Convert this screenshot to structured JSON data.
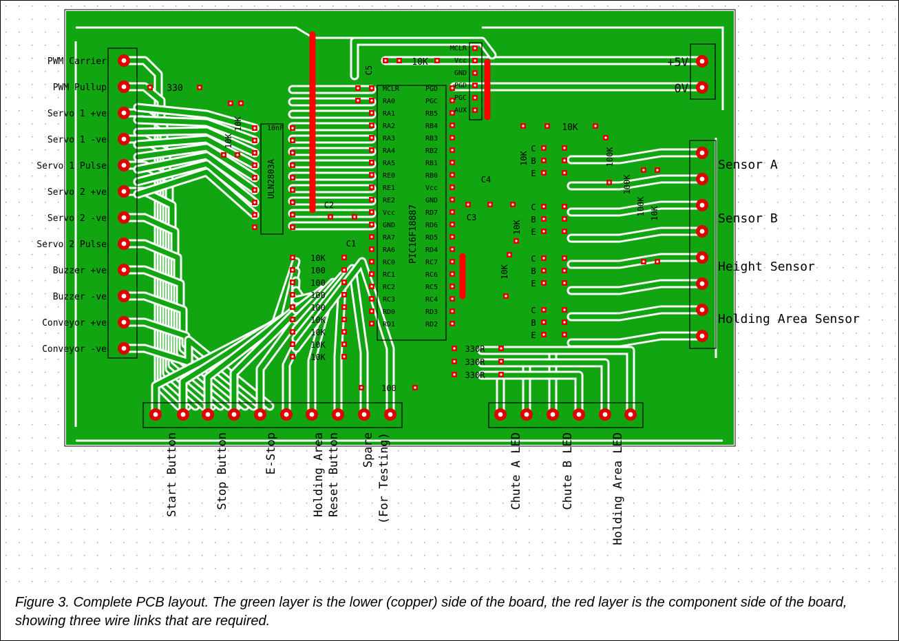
{
  "colors": {
    "board": "#11a511",
    "copper_text": "#ffffff",
    "wire_link": "#ff0000",
    "pad": "#e00000"
  },
  "left_header_labels": [
    "PWM Carrier",
    "PWM Pullup",
    "Servo 1 +ve",
    "Servo 1 -ve",
    "Servo 1 Pulse",
    "Servo 2 +ve",
    "Servo 2 -ve",
    "Servo 2 Pulse",
    "Buzzer +ve",
    "Buzzer -ve",
    "Conveyor +ve",
    "Conveyor -ve"
  ],
  "right_header_labels": [
    "Sensor A",
    "Sensor B",
    "Height Sensor",
    "Holding Area Sensor"
  ],
  "power_labels": [
    "+5V",
    "0V"
  ],
  "bottom_left_labels": [
    "Start Button",
    "Stop Button",
    "E-Stop",
    "Holding Area",
    "Reset Button",
    "Spare",
    "(For Testing)"
  ],
  "bottom_right_labels": [
    "Chute A LED",
    "Chute B LED",
    "Holding Area LED"
  ],
  "ic_labels": {
    "pic": "PIC16F18887",
    "driver": "ULN2803A"
  },
  "pic_pins_left": [
    "MCLR",
    "RA0",
    "RA1",
    "RA2",
    "RA3",
    "RA4",
    "RA5",
    "RE0",
    "RE1",
    "RE2",
    "Vcc",
    "GND",
    "RA7",
    "RA6",
    "RC0",
    "RC1",
    "RC2",
    "RC3",
    "RD0",
    "RD1"
  ],
  "pic_pins_right": [
    "PGD",
    "PGC",
    "RB5",
    "RB4",
    "RB3",
    "RB2",
    "RB1",
    "RB0",
    "Vcc",
    "GND",
    "RD7",
    "RD6",
    "RD5",
    "RD4",
    "RC7",
    "RC6",
    "RC5",
    "RC4",
    "RD3",
    "RD2"
  ],
  "prog_header_pins": [
    "MCLR",
    "Vcc",
    "GND",
    "PGD",
    "PGC",
    "AUX"
  ],
  "resistor_labels": {
    "r_top": "10K",
    "r_pullup": "330",
    "r_vert1": "10K",
    "r_vert2": "10K",
    "r_sens": "10K",
    "r_100k": "100K",
    "bank": [
      "10K",
      "100",
      "100",
      "100",
      "100",
      "10K",
      "10K",
      "10K",
      "10K"
    ],
    "led": [
      "330R",
      "330R",
      "330R"
    ],
    "r_spare": "100"
  },
  "cap_labels": [
    "C1",
    "C2",
    "C3",
    "C4",
    "C5"
  ],
  "chip_small": "10nF",
  "transistor_pins": [
    "C",
    "B",
    "E"
  ],
  "caption": "Figure 3. Complete PCB layout. The green layer is the lower (copper) side of the board, the red layer is the component side of the board, showing three wire links that are required."
}
